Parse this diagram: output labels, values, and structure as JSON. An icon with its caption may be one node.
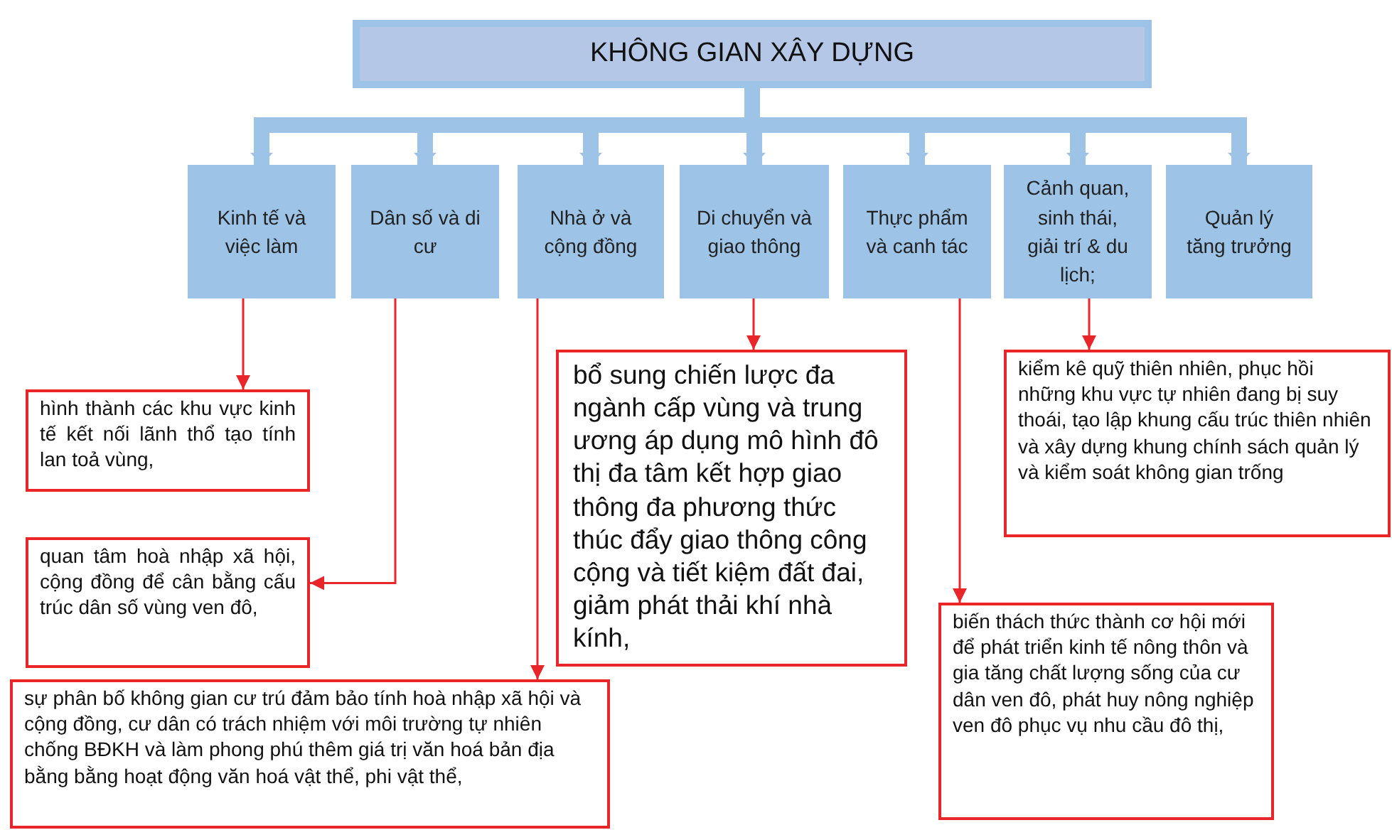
{
  "diagram": {
    "nodes": [
      {
        "text": [
          "KHÔNG GIAN XÂY DỰNG"
        ]
      },
      {
        "text": [
          "Kinh tế và việc làm"
        ]
      },
      {
        "text": [
          "Dân số và di cư"
        ]
      },
      {
        "text": [
          "Nhà ở và cộng đồng"
        ]
      },
      {
        "text": [
          "Di chuyển và giao thông"
        ]
      },
      {
        "text": [
          "Thực phẩm và canh tác"
        ]
      },
      {
        "text": [
          "Cảnh quan, sinh thái, giải trí & du lịch;"
        ]
      },
      {
        "text": [
          "Quản lý tăng trưởng"
        ]
      },
      {
        "text": [
          "hình thành các khu vực kinh tế kết nối lãnh thổ tạo tính lan toả vùng,"
        ]
      },
      {
        "text": [
          "quan tâm hoà nhập xã hội, cộng đồng để cân bằng cấu trúc dân số vùng ven đô,"
        ]
      },
      {
        "text": [
          "sự phân bố không gian cư trú đảm bảo tính hoà nhập xã hội và cộng đồng, cư dân có trách nhiệm với môi trường tự nhiên chống BĐKH và làm phong phú thêm giá trị văn hoá bản địa bằng bằng hoạt động văn hoá vật thể, phi vật thể,"
        ]
      },
      {
        "text": [
          "bổ sung chiến lược đa ngành cấp vùng và trung ương áp dụng mô hình đô thị đa tâm kết hợp giao thông đa phương thức thúc đẩy giao thông công cộng và tiết kiệm đất đai, giảm phát thải khí nhà kính,"
        ]
      },
      {
        "text": [
          "biến thách thức thành cơ hội mới để phát triển kinh tế nông thôn và gia tăng chất lượng sống của cư dân ven đô, phát huy nông nghiệp ven đô phục vụ nhu cầu đô thị,"
        ]
      },
      {
        "text": [
          "kiểm kê quỹ thiên nhiên, phục hồi những khu vực tự nhiên đang bị suy thoái, tạo lập khung cấu trúc thiên nhiên và xây dựng khung chính sách quản lý và kiểm soát không gian trống"
        ]
      }
    ],
    "edges": [
      {
        "from": 0,
        "to": 1,
        "arrow": "to"
      },
      {
        "from": 0,
        "to": 2,
        "arrow": "to"
      },
      {
        "from": 0,
        "to": 3,
        "arrow": "to"
      },
      {
        "from": 0,
        "to": 4,
        "arrow": "to"
      },
      {
        "from": 0,
        "to": 5,
        "arrow": "to"
      },
      {
        "from": 0,
        "to": 6,
        "arrow": "to"
      },
      {
        "from": 0,
        "to": 7,
        "arrow": "to"
      },
      {
        "from": 1,
        "to": 8,
        "arrow": "to",
        "color": "#e8262a"
      },
      {
        "from": 2,
        "to": 9,
        "arrow": "to",
        "color": "#e8262a"
      },
      {
        "from": 3,
        "to": 10,
        "arrow": "to",
        "color": "#e8262a"
      },
      {
        "from": 4,
        "to": 11,
        "arrow": "to",
        "color": "#e8262a"
      },
      {
        "from": 5,
        "to": 12,
        "arrow": "to",
        "color": "#e8262a"
      },
      {
        "from": 6,
        "to": 13,
        "arrow": "to",
        "color": "#e8262a"
      }
    ]
  }
}
